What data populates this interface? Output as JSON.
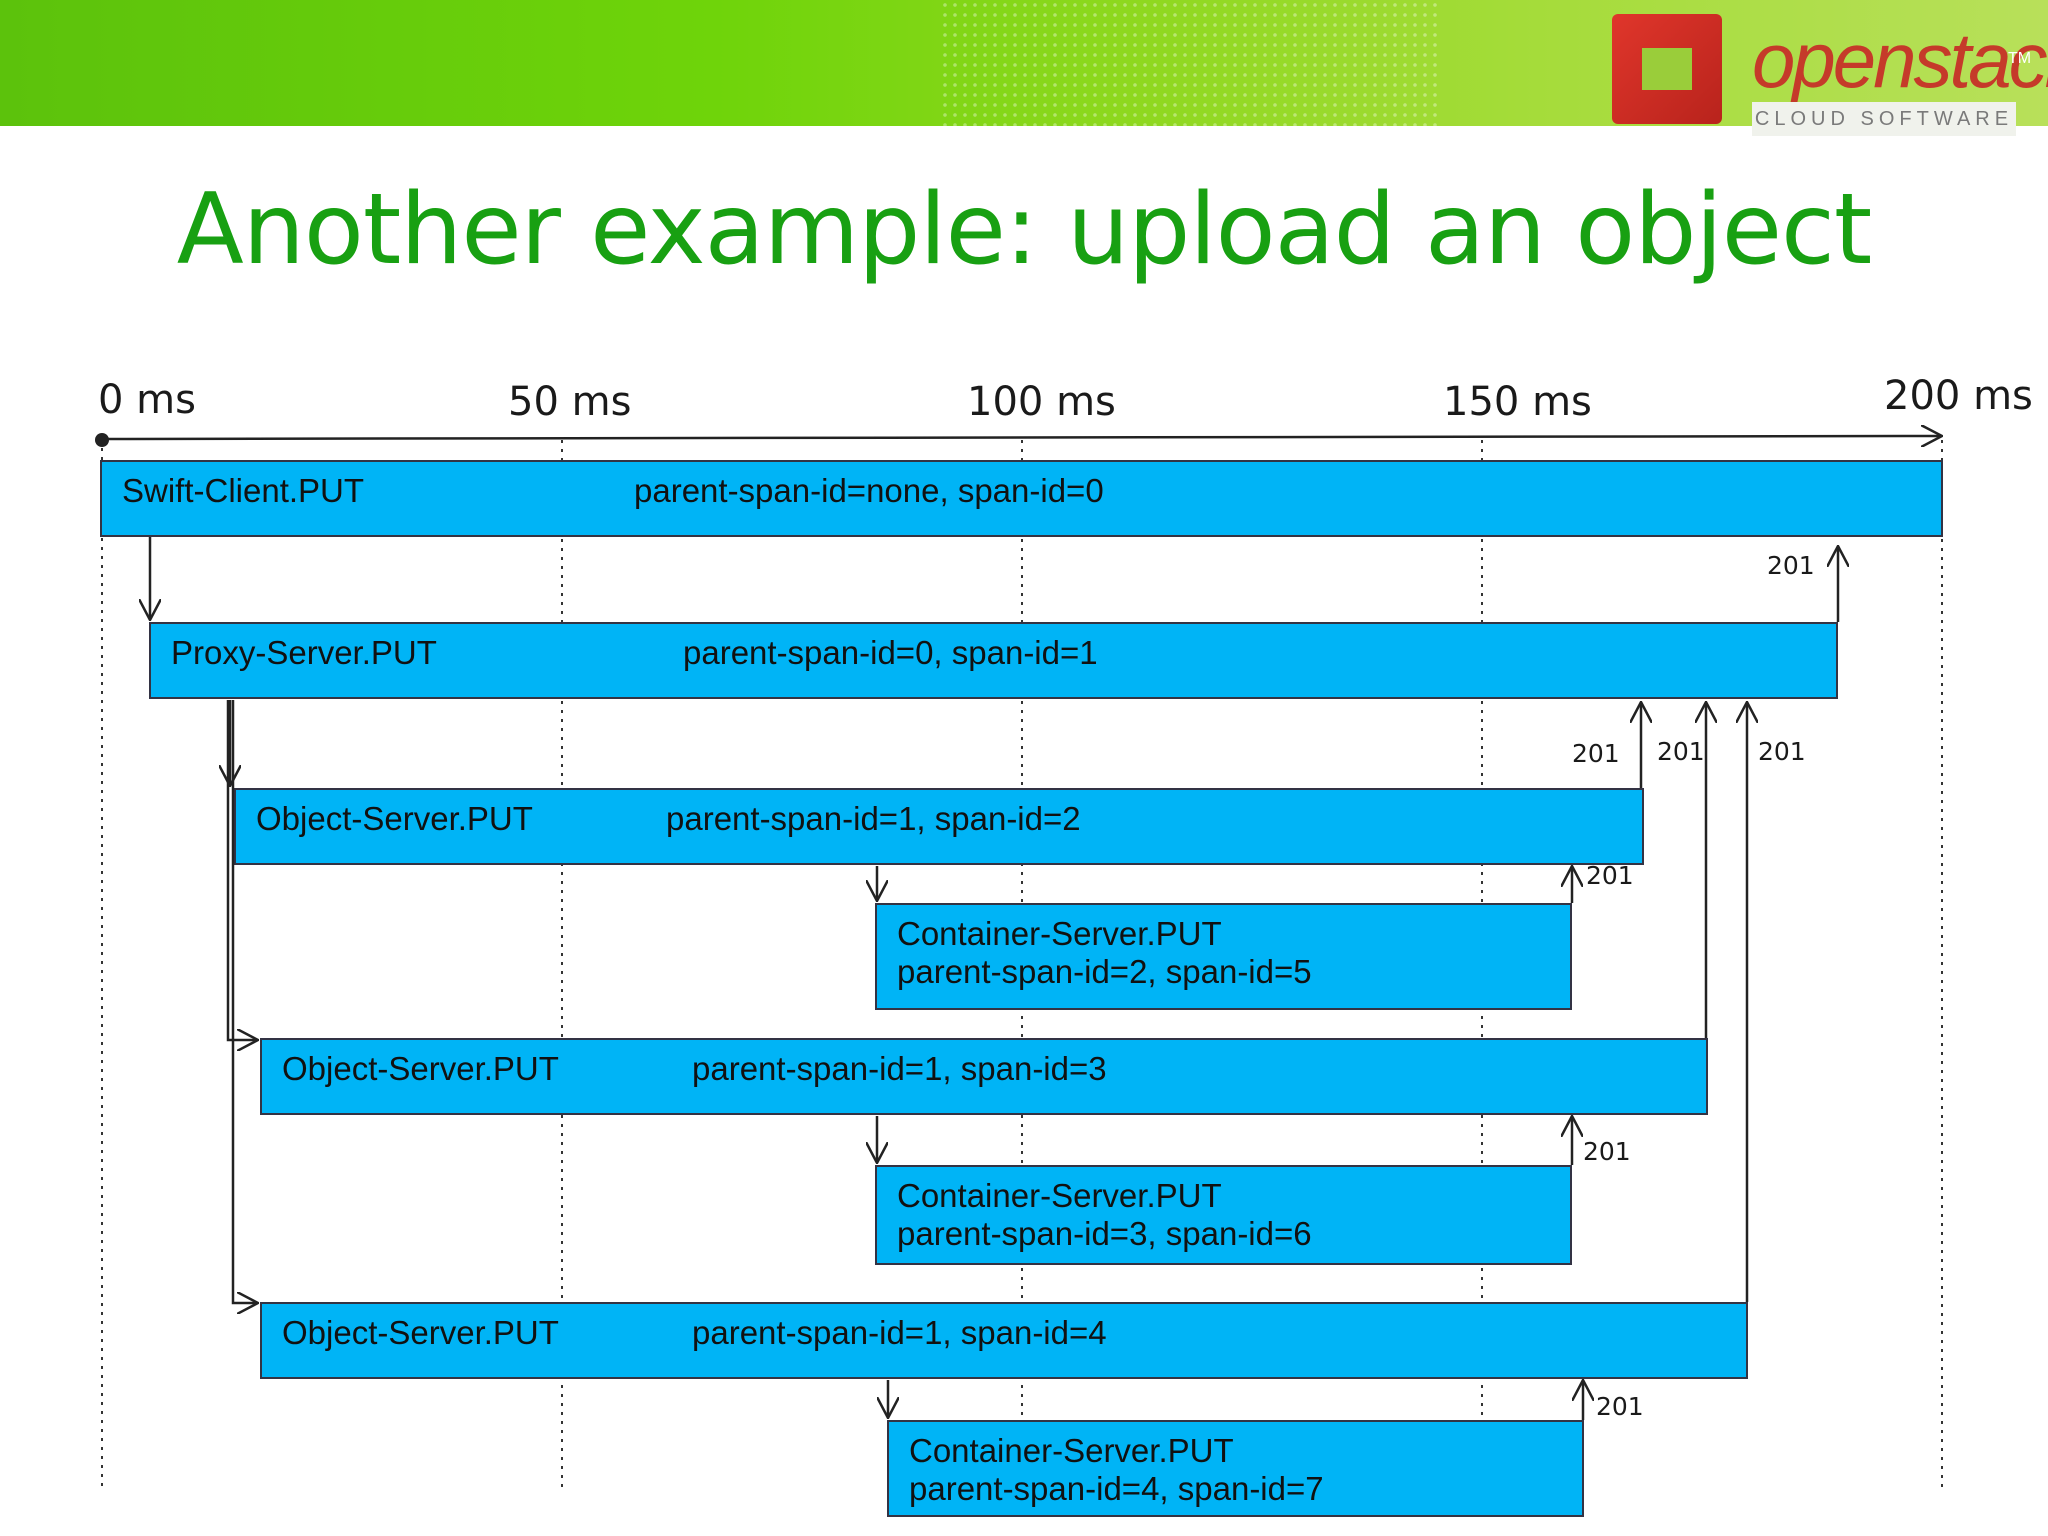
{
  "header": {
    "logo_word": "openstack",
    "logo_tm": "TM",
    "logo_sub": "CLOUD SOFTWARE"
  },
  "slide_title": "Another example: upload an object",
  "timeline": {
    "ticks": [
      "0 ms",
      "50 ms",
      "100 ms",
      "150 ms",
      "200 ms"
    ]
  },
  "spans": [
    {
      "name": "Swift-Client.PUT",
      "ids": "parent-span-id=none, span-id=0"
    },
    {
      "name": "Proxy-Server.PUT",
      "ids": "parent-span-id=0, span-id=1"
    },
    {
      "name": "Object-Server.PUT",
      "ids": "parent-span-id=1, span-id=2"
    },
    {
      "name": "Container-Server.PUT",
      "ids": "parent-span-id=2, span-id=5"
    },
    {
      "name": "Object-Server.PUT",
      "ids": "parent-span-id=1, span-id=3"
    },
    {
      "name": "Container-Server.PUT",
      "ids": "parent-span-id=3, span-id=6"
    },
    {
      "name": "Object-Server.PUT",
      "ids": "parent-span-id=1, span-id=4"
    },
    {
      "name": "Container-Server.PUT",
      "ids": "parent-span-id=4, span-id=7"
    }
  ],
  "response_code": "201",
  "colors": {
    "bar": "#00b4f6",
    "title": "#18a012"
  }
}
